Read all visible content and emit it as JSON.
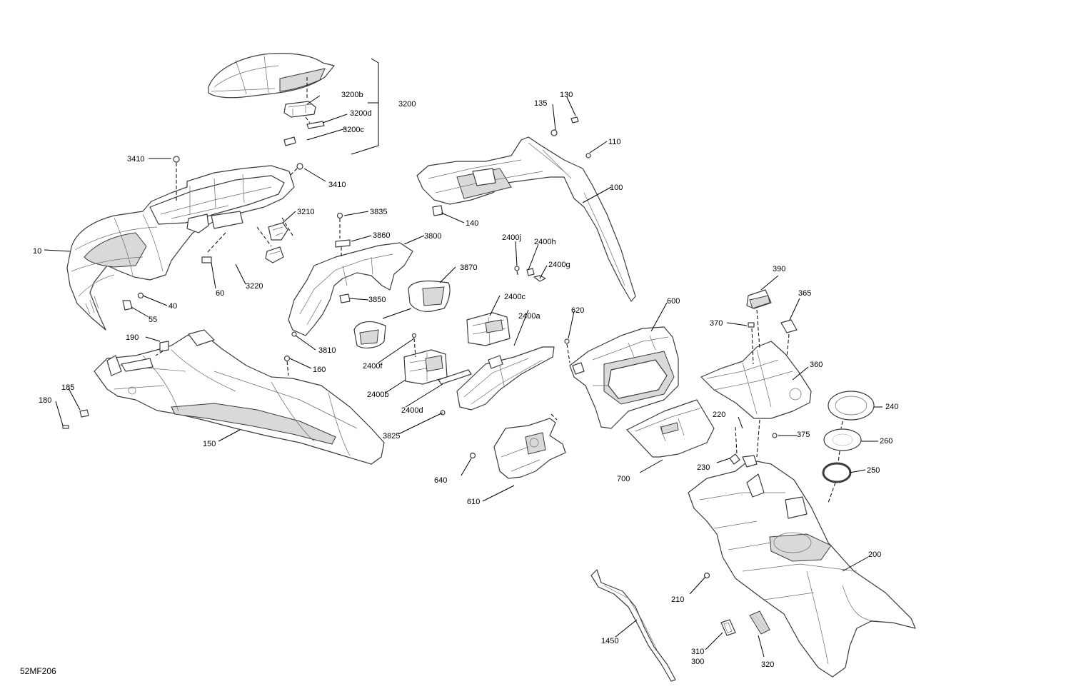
{
  "diagram_code": "52MF206",
  "labels": {
    "l10": "10",
    "l40": "40",
    "l55": "55",
    "l60": "60",
    "l100": "100",
    "l110": "110",
    "l130": "130",
    "l135": "135",
    "l140": "140",
    "l150": "150",
    "l160": "160",
    "l180": "180",
    "l185": "185",
    "l190": "190",
    "l200": "200",
    "l210": "210",
    "l220": "220",
    "l230": "230",
    "l240": "240",
    "l250": "250",
    "l260": "260",
    "l300": "300",
    "l310": "310",
    "l320": "320",
    "l360": "360",
    "l365": "365",
    "l370": "370",
    "l375": "375",
    "l390": "390",
    "l600": "600",
    "l610": "610",
    "l620": "620",
    "l640": "640",
    "l700": "700",
    "l1450": "1450",
    "l2400a": "2400a",
    "l2400b": "2400b",
    "l2400c": "2400c",
    "l2400d": "2400d",
    "l2400f": "2400f",
    "l2400g": "2400g",
    "l2400h": "2400h",
    "l2400j": "2400j",
    "l3200": "3200",
    "l3200b": "3200b",
    "l3200c": "3200c",
    "l3200d": "3200d",
    "l3210": "3210",
    "l3220": "3220",
    "l3410a": "3410",
    "l3410b": "3410",
    "l3800": "3800",
    "l3810": "3810",
    "l3825": "3825",
    "l3835": "3835",
    "l3850": "3850",
    "l3860": "3860",
    "l3870": "3870"
  }
}
